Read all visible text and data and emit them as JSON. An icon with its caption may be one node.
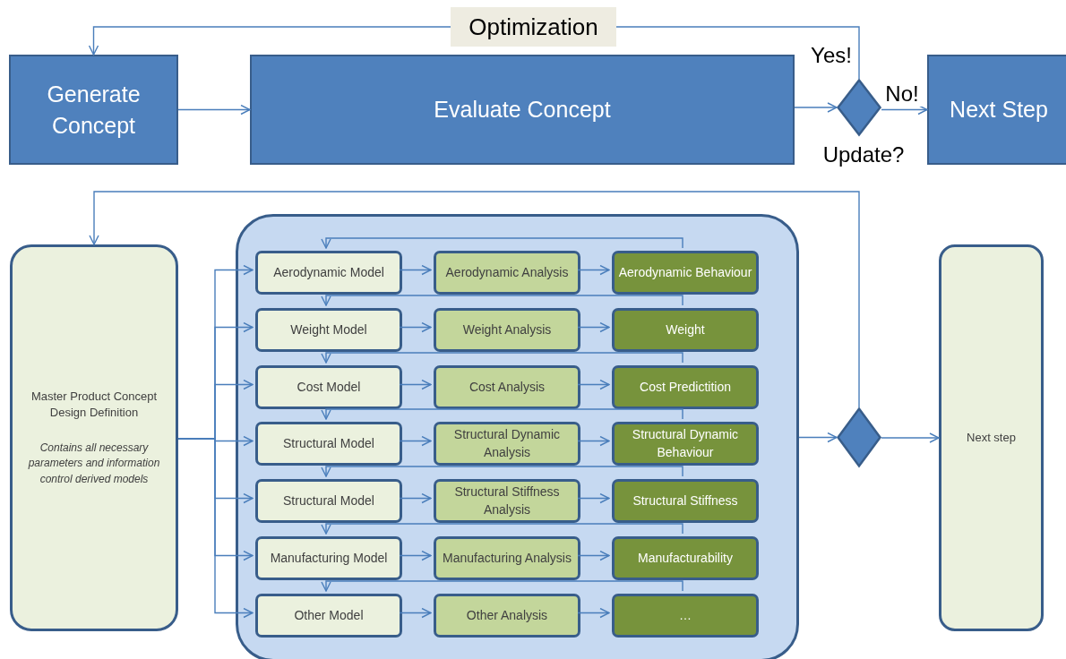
{
  "diagram": {
    "nodes": [
      {
        "text": [
          "Generate Concept"
        ]
      },
      {
        "text": [
          "Evaluate Concept"
        ]
      },
      {
        "text": [],
        "shape": "diamond",
        "beside": [
          "Yes!",
          "Update?"
        ]
      },
      {
        "text": [
          "Next Step"
        ]
      },
      {
        "text": [
          "Master Product Concept Design Definition",
          "Contains all necessary parameters and information control derived models"
        ]
      },
      {
        "text": [],
        "shape": "box"
      },
      {
        "text": [
          "Aerodynamic Model"
        ],
        "in": 5
      },
      {
        "text": [
          "Aerodynamic Analysis"
        ],
        "in": 5
      },
      {
        "text": [
          "Aerodynamic Behaviour"
        ],
        "in": 5
      },
      {
        "text": [
          "Weight Model"
        ],
        "in": 5
      },
      {
        "text": [
          "Weight Analysis"
        ],
        "in": 5
      },
      {
        "text": [
          "Weight"
        ],
        "in": 5
      },
      {
        "text": [
          "Cost Model"
        ],
        "in": 5
      },
      {
        "text": [
          "Cost Analysis"
        ],
        "in": 5
      },
      {
        "text": [
          "Cost Predictition"
        ],
        "in": 5
      },
      {
        "text": [
          "Structural Model"
        ],
        "in": 5
      },
      {
        "text": [
          "Structural Dynamic Analysis"
        ],
        "in": 5
      },
      {
        "text": [
          "Structural Dynamic Behaviour"
        ],
        "in": 5
      },
      {
        "text": [
          "Structural Model"
        ],
        "in": 5
      },
      {
        "text": [
          "Structural Stiffness Analysis"
        ],
        "in": 5
      },
      {
        "text": [
          "Structural Stiffness"
        ],
        "in": 5
      },
      {
        "text": [
          "Manufacturing Model"
        ],
        "in": 5
      },
      {
        "text": [
          "Manufacturing Analysis"
        ],
        "in": 5
      },
      {
        "text": [
          "Manufacturability"
        ],
        "in": 5
      },
      {
        "text": [
          "Other Model"
        ],
        "in": 5
      },
      {
        "text": [
          "Other Analysis"
        ],
        "in": 5
      },
      {
        "text": [
          "…"
        ],
        "in": 5
      },
      {
        "text": [],
        "shape": "diamond"
      },
      {
        "text": [
          "Next step"
        ]
      }
    ],
    "edges": [
      {
        "from": 0,
        "to": 1,
        "arrow": "to"
      },
      {
        "from": 1,
        "to": 2,
        "arrow": "to"
      },
      {
        "from": 2,
        "to": 0,
        "arrow": "to",
        "label": "Optimization"
      },
      {
        "from": 2,
        "to": 3,
        "arrow": "to",
        "label": "No!"
      },
      {
        "from": 4,
        "to": 6,
        "arrow": "to"
      },
      {
        "from": 4,
        "to": 9,
        "arrow": "to"
      },
      {
        "from": 4,
        "to": 12,
        "arrow": "to"
      },
      {
        "from": 4,
        "to": 15,
        "arrow": "to"
      },
      {
        "from": 4,
        "to": 18,
        "arrow": "to"
      },
      {
        "from": 4,
        "to": 21,
        "arrow": "to"
      },
      {
        "from": 4,
        "to": 24,
        "arrow": "to"
      },
      {
        "from": 6,
        "to": 7,
        "arrow": "to"
      },
      {
        "from": 7,
        "to": 8,
        "arrow": "to"
      },
      {
        "from": 8,
        "to": 6,
        "arrow": "to"
      },
      {
        "from": 9,
        "to": 10,
        "arrow": "to"
      },
      {
        "from": 10,
        "to": 11,
        "arrow": "to"
      },
      {
        "from": 11,
        "to": 9,
        "arrow": "to"
      },
      {
        "from": 12,
        "to": 13,
        "arrow": "to"
      },
      {
        "from": 13,
        "to": 14,
        "arrow": "to"
      },
      {
        "from": 14,
        "to": 12,
        "arrow": "to"
      },
      {
        "from": 15,
        "to": 16,
        "arrow": "to"
      },
      {
        "from": 16,
        "to": 17,
        "arrow": "to"
      },
      {
        "from": 17,
        "to": 15,
        "arrow": "to"
      },
      {
        "from": 18,
        "to": 19,
        "arrow": "to"
      },
      {
        "from": 19,
        "to": 20,
        "arrow": "to"
      },
      {
        "from": 20,
        "to": 18,
        "arrow": "to"
      },
      {
        "from": 21,
        "to": 22,
        "arrow": "to"
      },
      {
        "from": 22,
        "to": 23,
        "arrow": "to"
      },
      {
        "from": 23,
        "to": 21,
        "arrow": "to"
      },
      {
        "from": 24,
        "to": 25,
        "arrow": "to"
      },
      {
        "from": 25,
        "to": 26,
        "arrow": "to"
      },
      {
        "from": 26,
        "to": 24,
        "arrow": "to"
      },
      {
        "from": 5,
        "to": 27,
        "arrow": "to"
      },
      {
        "from": 27,
        "to": 28,
        "arrow": "to"
      },
      {
        "from": 27,
        "to": 4,
        "arrow": "to"
      }
    ]
  }
}
